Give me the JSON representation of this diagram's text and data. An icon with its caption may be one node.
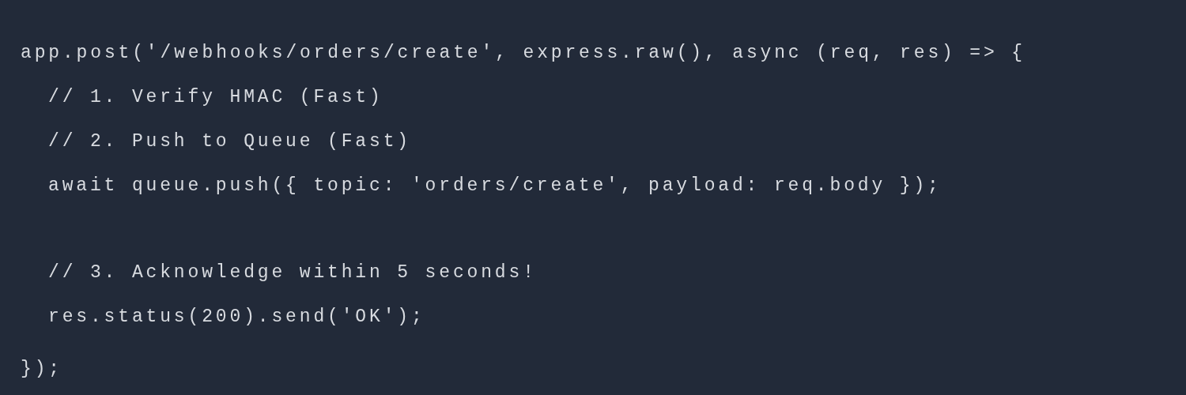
{
  "diagram": {
    "labels": [
      "app.post('/webhooks/orders/create', express.raw(), async (req, res) => {",
      "// 1. Verify HMAC (Fast)",
      "// 2. Push to Queue (Fast)",
      "await queue.push({ topic: 'orders/create', payload: req.body });",
      "// 3. Acknowledge within 5 seconds!",
      "res.status(200).send('OK');",
      "});"
    ]
  }
}
